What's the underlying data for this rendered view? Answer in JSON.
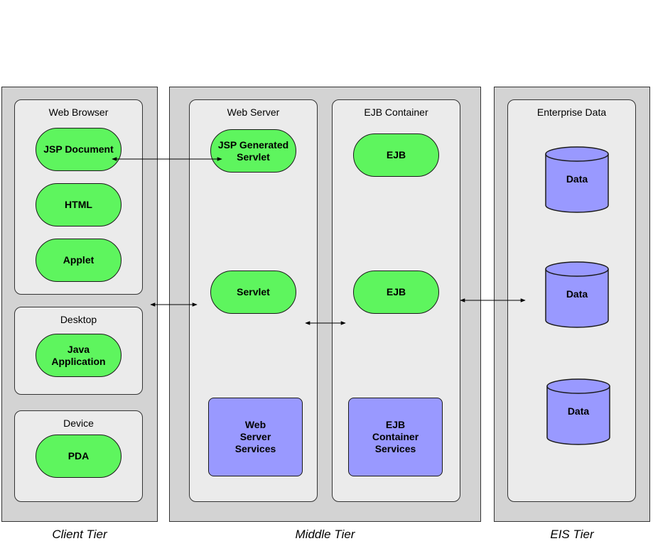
{
  "tiers": {
    "client": "Client Tier",
    "middle": "Middle Tier",
    "eis": "EIS Tier"
  },
  "groups": {
    "web_browser": "Web Browser",
    "desktop": "Desktop",
    "device": "Device",
    "web_server": "Web Server",
    "ejb_container": "EJB Container",
    "enterprise_data": "Enterprise Data"
  },
  "nodes": {
    "jsp_document": "JSP Document",
    "html": "HTML",
    "applet": "Applet",
    "java_application": "Java\nApplication",
    "pda": "PDA",
    "jsp_generated_servlet": "JSP Generated\nServlet",
    "servlet": "Servlet",
    "web_server_services": "Web\nServer\nServices",
    "ejb_1": "EJB",
    "ejb_2": "EJB",
    "ejb_container_services": "EJB\nContainer\nServices",
    "data_1": "Data",
    "data_2": "Data",
    "data_3": "Data"
  },
  "colors": {
    "component": "#5ef55e",
    "service": "#9999ff",
    "tier_bg": "#d3d3d3",
    "group_bg": "#ebebeb"
  }
}
